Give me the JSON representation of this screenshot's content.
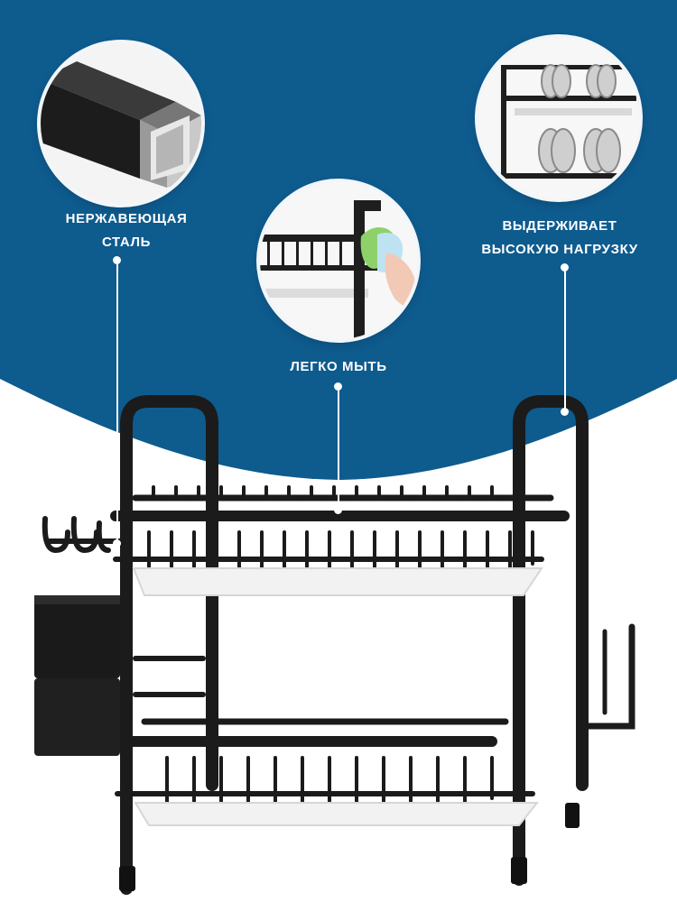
{
  "features": [
    {
      "line1": "НЕРЖАВЕЮЩАЯ",
      "line2": "СТАЛЬ"
    },
    {
      "line1": "ЛЕГКО МЫТЬ",
      "line2": ""
    },
    {
      "line1": "ВЫДЕРЖИВАЕТ",
      "line2": "ВЫСОКУЮ НАГРУЗКУ"
    }
  ],
  "colors": {
    "background_blue": "#0e5b8e",
    "rack_black": "#1b1b1b",
    "tray_white": "#f2f2f2",
    "text_white": "#ffffff"
  },
  "icons": [
    "steel-tube-closeup",
    "cleaning-closeup",
    "load-closeup"
  ]
}
